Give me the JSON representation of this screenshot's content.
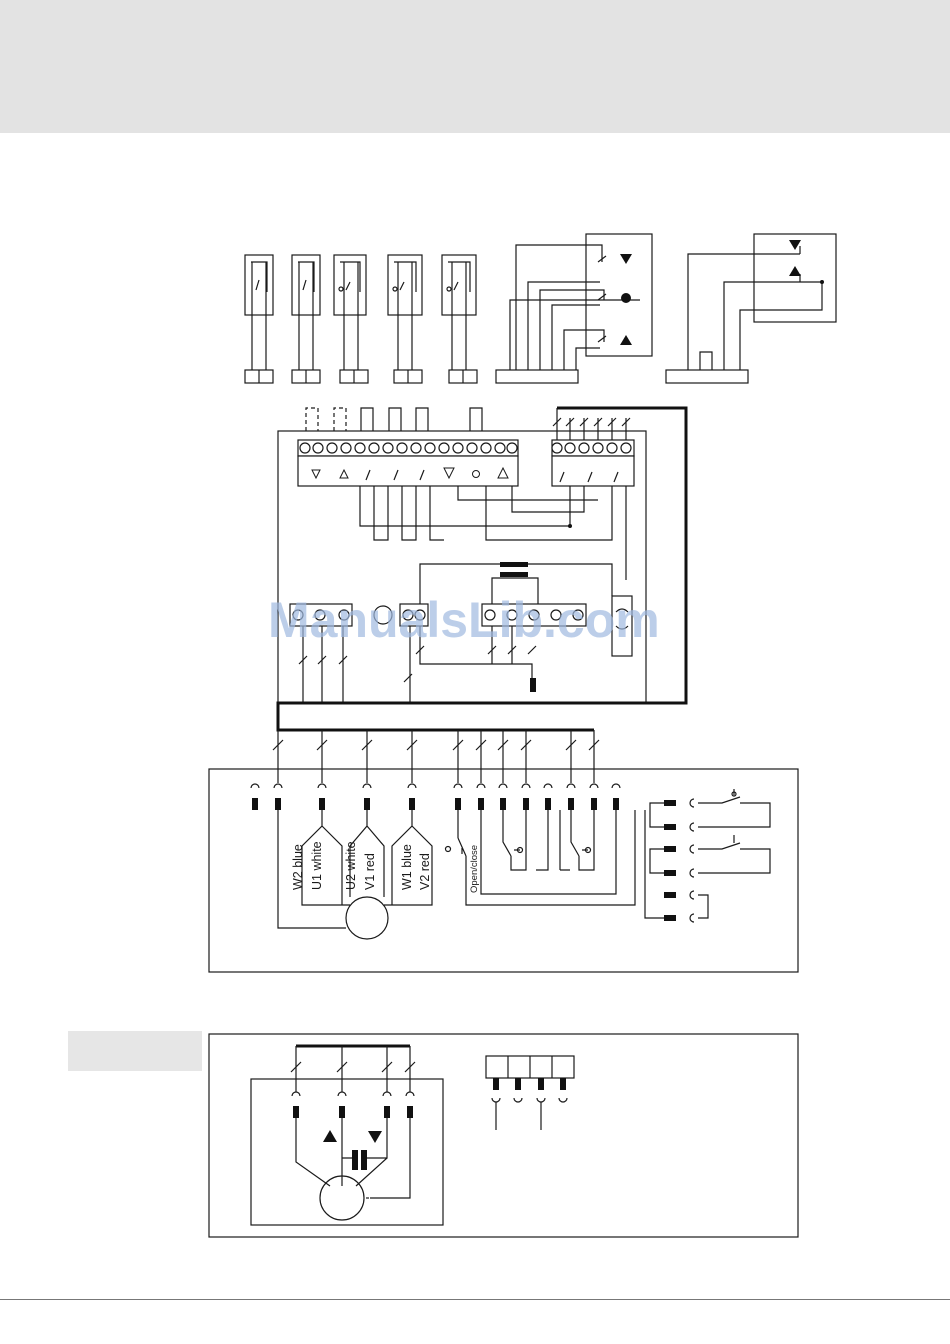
{
  "wire_labels": {
    "w2": "W2 blue",
    "u1": "U1 white",
    "u2": "U2 white",
    "v1": "V1 red",
    "w1": "W1 blue",
    "v2": "V2 red"
  },
  "switch_label": "Open/close",
  "watermark": "ManualsLib.com",
  "colors": {
    "top_band": "#e3e3e3",
    "line": "#1a1a1a",
    "watermark": "#9fb9e0"
  }
}
